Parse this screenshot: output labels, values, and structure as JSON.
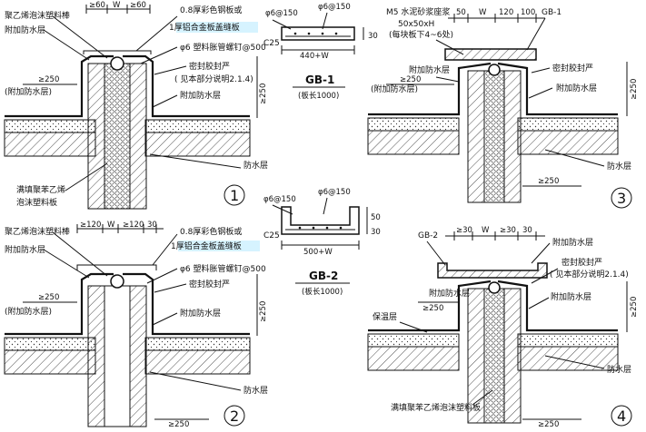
{
  "details": [
    {
      "number": "1",
      "labels": {
        "foam_rod": "聚乙烯泡沫塑料棒",
        "add_waterproof_top": "附加防水层",
        "steel_plate": "0.8厚彩色钢板或",
        "aluminum_plate": "1厚铝合金板盖缝板",
        "nail": "φ6 塑料胀管螺钉@500",
        "sealant": "密封胶封严",
        "sealant_note": "( 见本部分说明2.1.4)",
        "add_waterproof_right": "附加防水层",
        "add_waterproof_left_paren": "(附加防水层)",
        "waterproof": "防水层",
        "fill_foam_1": "满填聚苯乙烯",
        "fill_foam_2": "泡沫塑料板"
      },
      "dims": {
        "d1": "≥60",
        "d2": "W",
        "d3": "≥60",
        "d250a": "≥250",
        "d250b": "≥250"
      }
    },
    {
      "number": "2",
      "labels": {
        "foam_rod": "聚乙烯泡沫塑料棒",
        "add_waterproof_top": "附加防水层",
        "steel_plate": "0.8厚彩色钢板或",
        "aluminum_plate": "1厚铝合金板盖缝板",
        "nail": "φ6 塑料胀管螺钉@500",
        "sealant": "密封胶封严",
        "add_waterproof_right": "附加防水层",
        "add_waterproof_left_paren": "(附加防水层)",
        "waterproof": "防水层"
      },
      "dims": {
        "d1": "≥120",
        "d2": "W",
        "d3": "≥120",
        "d4": "30",
        "d250a": "≥250",
        "d250b": "≥250",
        "d250c": "≥250"
      }
    },
    {
      "number": "3",
      "labels": {
        "mortar": "M5 水泥砂浆座浆",
        "mortar_size": "50x50xH",
        "mortar_note": "(每块板下4~6处)",
        "gb1": "GB-1",
        "sealant": "密封胶封严",
        "add_waterproof_left": "附加防水层",
        "add_waterproof_right": "附加防水层",
        "add_waterproof_paren": "(附加防水层)",
        "waterproof": "防水层"
      },
      "dims": {
        "d50": "50",
        "d1": "W",
        "d2": "120",
        "d3": "100",
        "d250a": "≥250",
        "d250b": "≥250",
        "d250c": "≥250"
      }
    },
    {
      "number": "4",
      "labels": {
        "gb2": "GB-2",
        "add_waterproof_top": "附加防水层",
        "sealant": "密封胶封严",
        "sealant_note": "( 见本部分说明2.1.4)",
        "insulation": "保温层",
        "add_waterproof_left": "附加防水层",
        "add_waterproof_right": "附加防水层",
        "waterproof": "防水层",
        "fill_foam": "满填聚苯乙烯泡沫塑料板"
      },
      "dims": {
        "d1": "≥30",
        "d2": "W",
        "d3": "≥30",
        "d4": "30",
        "d250a": "≥250",
        "d250b": "≥250",
        "d250c": "≥250"
      }
    }
  ],
  "boards": [
    {
      "name": "GB-1",
      "length": "(板长1000)",
      "rebar_a": "φ6@150",
      "rebar_b": "φ6@150",
      "concrete": "C25",
      "width": "440+W",
      "height": "30"
    },
    {
      "name": "GB-2",
      "length": "(板长1000)",
      "rebar_a": "φ6@150",
      "rebar_b": "φ6@150",
      "concrete": "C25",
      "width": "500+W",
      "height_a": "50",
      "height_b": "30"
    }
  ]
}
